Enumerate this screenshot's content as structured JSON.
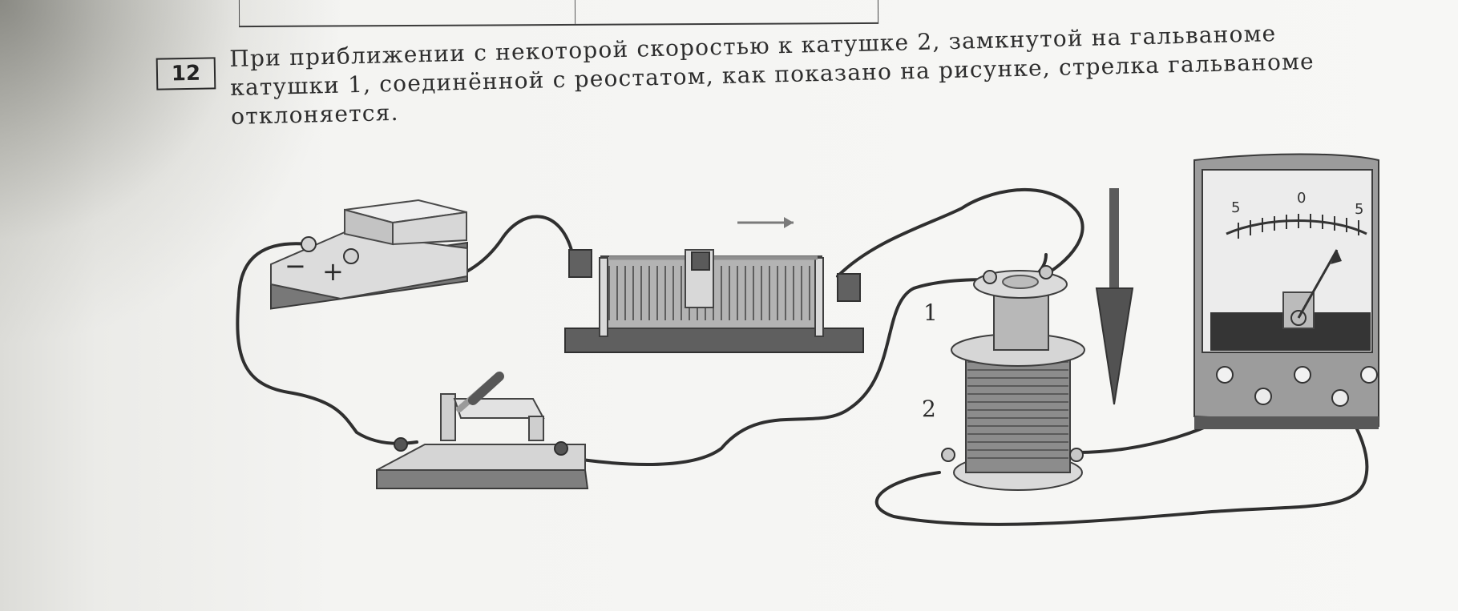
{
  "question": {
    "number": "12",
    "lines": [
      "При приближении с некоторой скоростью к катушке 2, замкнутой на гальваноме",
      "катушки 1, соединённой с реостатом, как показано на рисунке, стрелка гальваноме",
      "отклоняется."
    ]
  },
  "figure": {
    "coil_labels": [
      "1",
      "2"
    ],
    "battery_minus": "−",
    "battery_plus": "+",
    "galvanometer_scale": {
      "left": "5",
      "center": "0",
      "right": "5"
    }
  }
}
